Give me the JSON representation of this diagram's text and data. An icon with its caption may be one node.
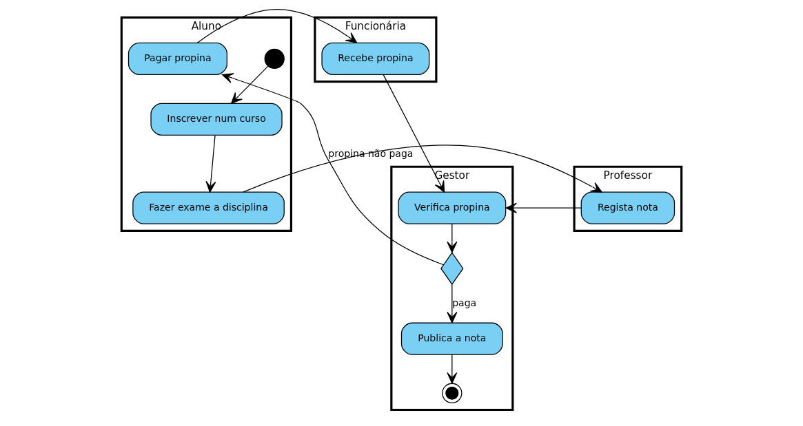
{
  "diagram": {
    "nodes": [
      {
        "text": [
          "Aluno"
        ]
      },
      {
        "text": [],
        "shape": "circle",
        "in": 0
      },
      {
        "text": [
          "Inscrever num curso"
        ],
        "in": 0
      },
      {
        "text": [
          "Fazer exame a disciplina"
        ],
        "in": 0
      },
      {
        "text": [
          "Pagar propina"
        ],
        "in": 0
      },
      {
        "text": [
          "Professor"
        ]
      },
      {
        "text": [
          "Regista nota"
        ],
        "in": 5
      },
      {
        "text": [
          "Gestor"
        ]
      },
      {
        "text": [
          "Verifica propina"
        ],
        "in": 7
      },
      {
        "text": [],
        "shape": "diamond",
        "in": 7
      },
      {
        "text": [
          "Publica a nota"
        ],
        "in": 7
      },
      {
        "text": [],
        "shape": "bullseye",
        "in": 7
      },
      {
        "text": [
          "Funcionária"
        ]
      },
      {
        "text": [
          "Recebe propina"
        ],
        "in": 12
      }
    ],
    "edges": [
      {
        "from": 1,
        "to": 2,
        "arrow": "to"
      },
      {
        "from": 2,
        "to": 3,
        "arrow": "to"
      },
      {
        "from": 3,
        "to": 6,
        "arrow": "to"
      },
      {
        "from": 6,
        "to": 8,
        "arrow": "to"
      },
      {
        "from": 8,
        "to": 9,
        "arrow": "to"
      },
      {
        "from": 9,
        "to": 4,
        "arrow": "to",
        "label": "propina não paga"
      },
      {
        "from": 9,
        "to": 10,
        "arrow": "to",
        "label": "paga"
      },
      {
        "from": 10,
        "to": 11,
        "arrow": "to"
      },
      {
        "from": 4,
        "to": 13,
        "arrow": "to"
      },
      {
        "from": 13,
        "to": 8,
        "arrow": "to"
      }
    ]
  }
}
